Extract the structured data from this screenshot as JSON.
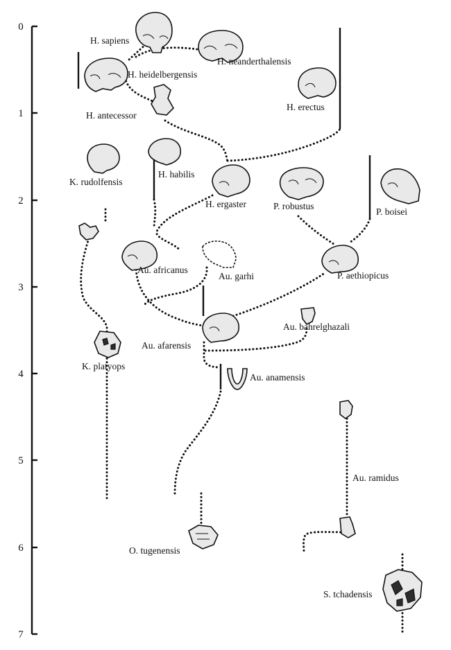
{
  "axis": {
    "ticks": [
      "0",
      "1",
      "2",
      "3",
      "4",
      "5",
      "6",
      "7"
    ]
  },
  "species": {
    "h_sapiens": "H. sapiens",
    "h_neanderthalensis": "H. neanderthalensis",
    "h_heidelbergensis": "H. heidelbergensis",
    "h_antecessor": "H. antecessor",
    "h_erectus": "H. erectus",
    "k_rudolfensis": "K. rudolfensis",
    "h_habilis": "H. habilis",
    "h_ergaster": "H. ergaster",
    "p_robustus": "P. robustus",
    "p_boisei": "P. boisei",
    "au_africanus": "Au. africanus",
    "au_garhi": "Au. garhi",
    "p_aethiopicus": "P. aethiopicus",
    "au_bahrelghazali": "Au. bahrelghazali",
    "au_afarensis": "Au. afarensis",
    "k_platyops": "K. platyops",
    "au_anamensis": "Au. anamensis",
    "au_ramidus": "Au. ramidus",
    "o_tugenensis": "O. tugenensis",
    "s_tchadensis": "S. tchadensis"
  }
}
